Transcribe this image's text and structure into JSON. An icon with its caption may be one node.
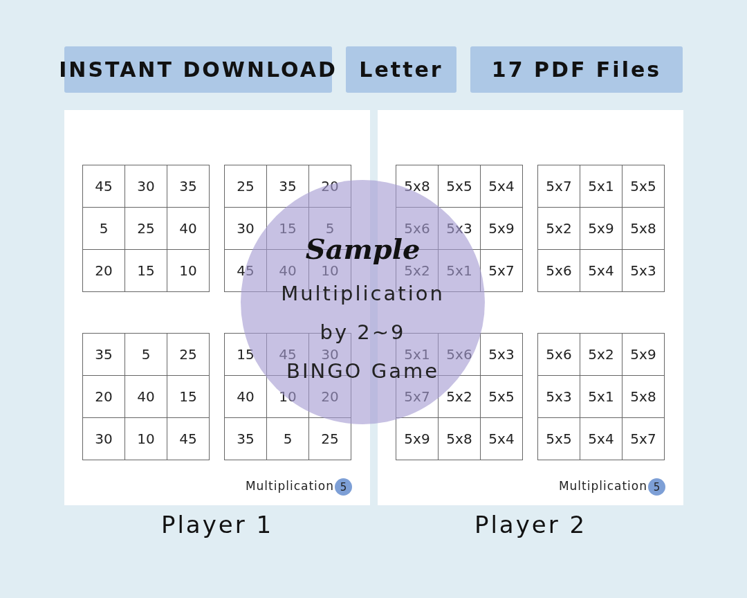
{
  "diagram": {
    "nodes": [
      {
        "text": [
          "INSTANT DOWNLOAD"
        ]
      },
      {
        "text": [
          "Letter"
        ]
      },
      {
        "text": [
          "17 PDF Files"
        ]
      },
      {
        "text": [
          "Multiplication"
        ],
        "beside": [
          "Player 1"
        ]
      },
      {
        "text": [
          "5"
        ],
        "in": 3
      },
      {
        "text": [
          "Multiplication"
        ],
        "beside": [
          "Player 2"
        ]
      },
      {
        "text": [
          "5"
        ],
        "in": 5
      },
      {
        "text": [
          "Sample",
          "Multiplication by 2~9 BINGO Game"
        ]
      }
    ],
    "labels": [
      "45",
      "30",
      "35",
      "5",
      "25",
      "40",
      "20",
      "15",
      "10",
      "25",
      "35",
      "20",
      "30",
      "15",
      "5",
      "45",
      "40",
      "10",
      "35",
      "5",
      "25",
      "20",
      "40",
      "15",
      "30",
      "10",
      "45",
      "15",
      "45",
      "30",
      "40",
      "10",
      "20",
      "35",
      "5",
      "25",
      "5x8",
      "5x5",
      "5x4",
      "5x6",
      "5x3",
      "5x9",
      "5x2",
      "5x1",
      "5x7",
      "5x7",
      "5x1",
      "5x5",
      "5x2",
      "5x9",
      "5x8",
      "5x6",
      "5x4",
      "5x3",
      "5x1",
      "5x6",
      "5x3",
      "5x7",
      "5x2",
      "5x5",
      "5x9",
      "5x8",
      "5x4",
      "5x6",
      "5x2",
      "5x9",
      "5x3",
      "5x1",
      "5x8",
      "5x5",
      "5x4",
      "5x7"
    ]
  }
}
